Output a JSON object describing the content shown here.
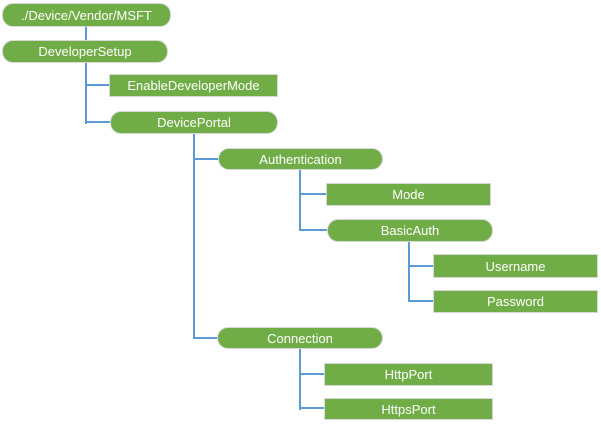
{
  "colors": {
    "node_fill": "#70AD47",
    "node_border": "#D8D8D8",
    "node_text": "#FFFFFF",
    "connector": "#5B9BD5",
    "background": "#FFFFFF"
  },
  "nodes": [
    {
      "label": "./Device/Vendor/MSFT",
      "shape": "rounded",
      "parent": null
    },
    {
      "label": "DeveloperSetup",
      "shape": "rounded",
      "parent": "./Device/Vendor/MSFT"
    },
    {
      "label": "EnableDeveloperMode",
      "shape": "rectangle",
      "parent": "DeveloperSetup"
    },
    {
      "label": "DevicePortal",
      "shape": "rounded",
      "parent": "DeveloperSetup"
    },
    {
      "label": "Authentication",
      "shape": "rounded",
      "parent": "DevicePortal"
    },
    {
      "label": "Mode",
      "shape": "rectangle",
      "parent": "Authentication"
    },
    {
      "label": "BasicAuth",
      "shape": "rounded",
      "parent": "Authentication"
    },
    {
      "label": "Username",
      "shape": "rectangle",
      "parent": "BasicAuth"
    },
    {
      "label": "Password",
      "shape": "rectangle",
      "parent": "BasicAuth"
    },
    {
      "label": "Connection",
      "shape": "rounded",
      "parent": "DevicePortal"
    },
    {
      "label": "HttpPort",
      "shape": "rectangle",
      "parent": "Connection"
    },
    {
      "label": "HttpsPort",
      "shape": "rectangle",
      "parent": "Connection"
    }
  ]
}
